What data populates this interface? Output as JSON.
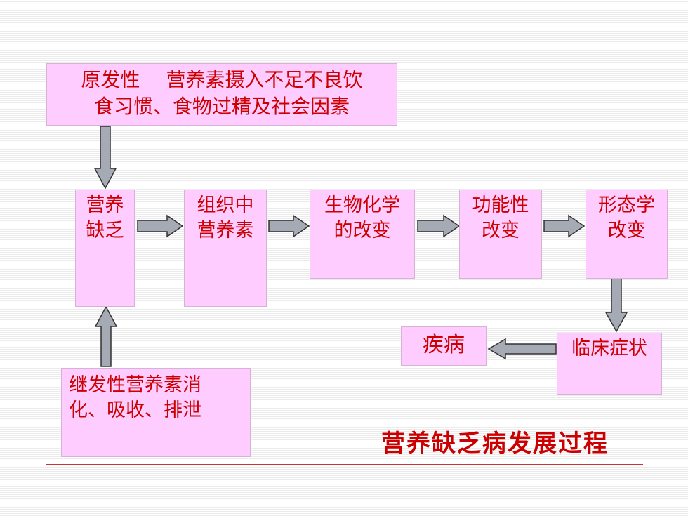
{
  "boxes": {
    "primary": {
      "line1": "原发性　 营养素摄入不足不良饮",
      "line2": "食习惯、食物过精及社会因素"
    },
    "deficiency": {
      "line1": "营养",
      "line2": "缺乏"
    },
    "tissue": {
      "line1": "组织中",
      "line2": "营养素"
    },
    "biochem": {
      "line1": "生物化学",
      "line2": "的改变"
    },
    "function": {
      "line1": "功能性",
      "line2": "改变"
    },
    "morphology": {
      "line1": "形态学",
      "line2": "改变"
    },
    "clinical": {
      "line1": "临床症状"
    },
    "disease": {
      "line1": "疾病"
    },
    "secondary": {
      "line1": "继发性营养素消",
      "line2": "化、吸收、排泄"
    }
  },
  "title": "营养缺乏病发展过程",
  "colors": {
    "box_fill": "#ffccff",
    "text": "#cc0000",
    "arrow_fill": "#a6aab5",
    "arrow_stroke": "#333333"
  }
}
